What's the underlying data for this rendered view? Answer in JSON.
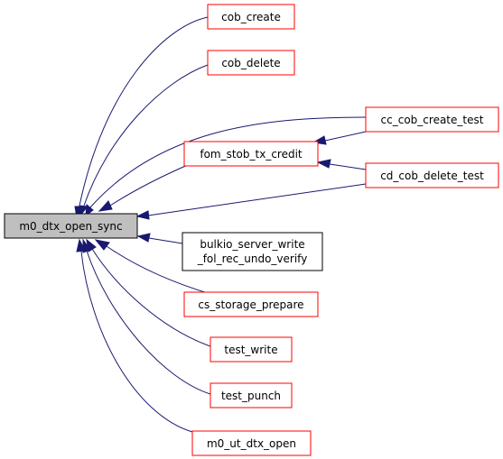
{
  "colors": {
    "edge": "#191970",
    "focus_fill": "#bfbfbf",
    "focus_border": "#000000",
    "linked_border": "#ff0000",
    "plain_border": "#000000",
    "node_fill": "#ffffff"
  },
  "nodes": {
    "m0_dtx_open_sync": {
      "lines": [
        "m0_dtx_open_sync"
      ]
    },
    "cob_create": {
      "lines": [
        "cob_create"
      ]
    },
    "cob_delete": {
      "lines": [
        "cob_delete"
      ]
    },
    "fom_stob_tx_credit": {
      "lines": [
        "fom_stob_tx_credit"
      ]
    },
    "cc_cob_create_test": {
      "lines": [
        "cc_cob_create_test"
      ]
    },
    "cd_cob_delete_test": {
      "lines": [
        "cd_cob_delete_test"
      ]
    },
    "bulkio_server_write_fol_rec_undo_verify": {
      "lines": [
        "bulkio_server_write",
        "_fol_rec_undo_verify"
      ]
    },
    "cs_storage_prepare": {
      "lines": [
        "cs_storage_prepare"
      ]
    },
    "test_write": {
      "lines": [
        "test_write"
      ]
    },
    "test_punch": {
      "lines": [
        "test_punch"
      ]
    },
    "m0_ut_dtx_open": {
      "lines": [
        "m0_ut_dtx_open"
      ]
    }
  }
}
